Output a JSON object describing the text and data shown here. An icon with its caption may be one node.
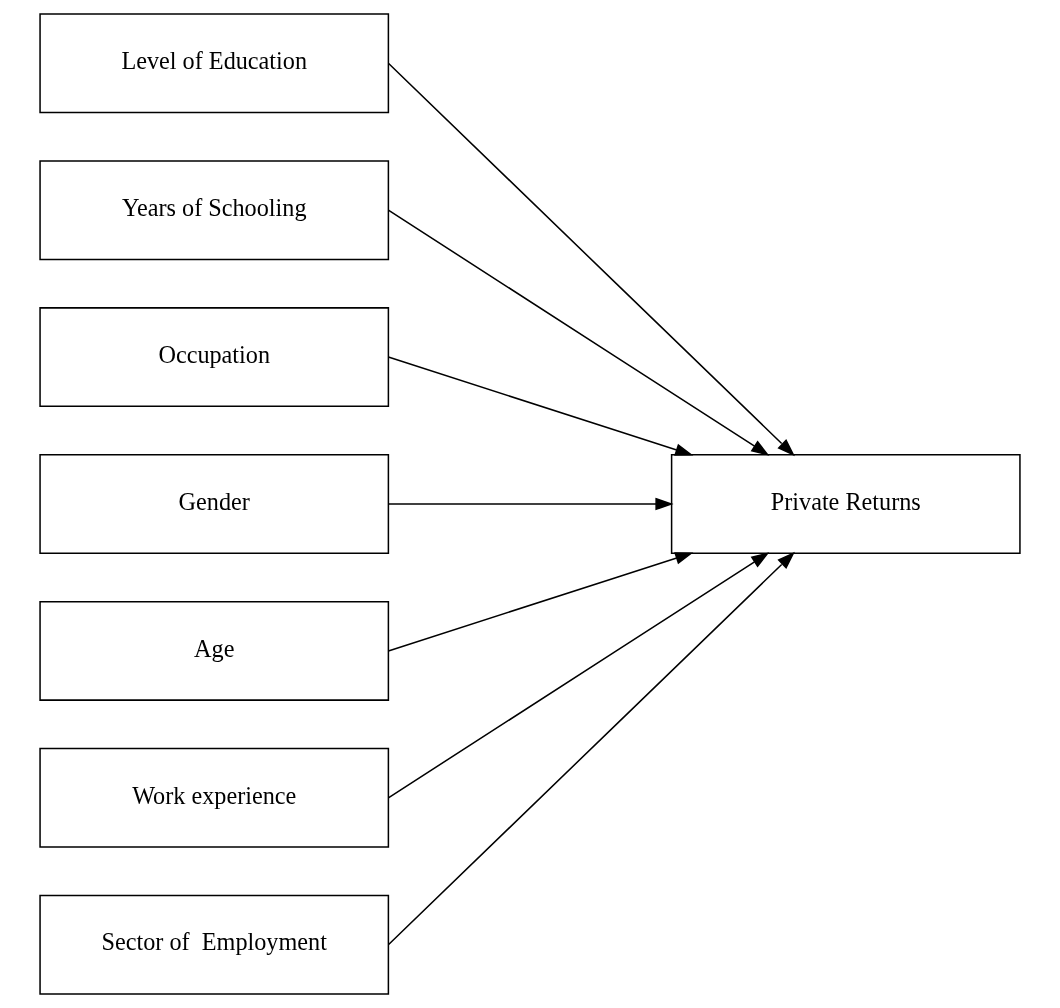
{
  "diagram": {
    "nodes": [
      {
        "text": [
          "Level of Education"
        ]
      },
      {
        "text": [
          "Years of Schooling"
        ]
      },
      {
        "text": [
          "Occupation"
        ]
      },
      {
        "text": [
          "Gender"
        ]
      },
      {
        "text": [
          "Age"
        ]
      },
      {
        "text": [
          "Work experience"
        ]
      },
      {
        "text": [
          "Sector of  Employment"
        ]
      },
      {
        "text": [
          "Private Returns"
        ]
      }
    ],
    "edges": [
      {
        "from": 0,
        "to": 7,
        "arrow": "to"
      },
      {
        "from": 1,
        "to": 7,
        "arrow": "to"
      },
      {
        "from": 2,
        "to": 7,
        "arrow": "to"
      },
      {
        "from": 3,
        "to": 7,
        "arrow": "to"
      },
      {
        "from": 4,
        "to": 7,
        "arrow": "to"
      },
      {
        "from": 5,
        "to": 7,
        "arrow": "to"
      },
      {
        "from": 6,
        "to": 7,
        "arrow": "to"
      }
    ]
  }
}
